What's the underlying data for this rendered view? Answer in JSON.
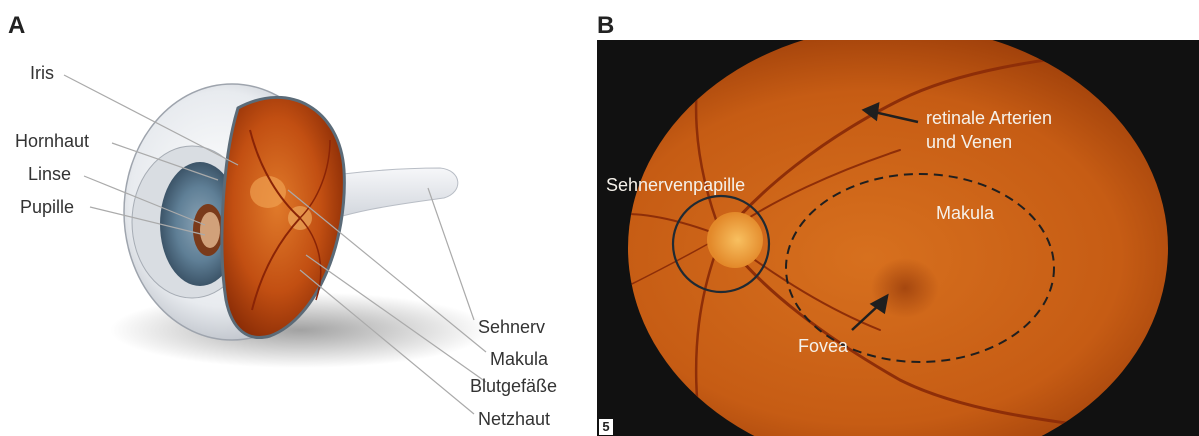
{
  "panel_a": {
    "letter": "A",
    "labels": {
      "iris": "Iris",
      "hornhaut": "Hornhaut",
      "linse": "Linse",
      "pupille": "Pupille",
      "sehnerv": "Sehnerv",
      "makula": "Makula",
      "blutgefaesse": "Blutgefäße",
      "netzhaut": "Netzhaut"
    }
  },
  "panel_b": {
    "letter": "B",
    "labels": {
      "arterien_line1": "retinale Arterien",
      "arterien_line2": "und Venen",
      "sehnervenpapille": "Sehnervenpapille",
      "makula": "Makula",
      "fovea": "Fovea"
    },
    "corner_mark": "5"
  },
  "colors": {
    "fundus_orange": "#d8731e",
    "fundus_dark": "#a94a10",
    "background_black": "#111111",
    "leader_line": "#aaaaaa"
  }
}
